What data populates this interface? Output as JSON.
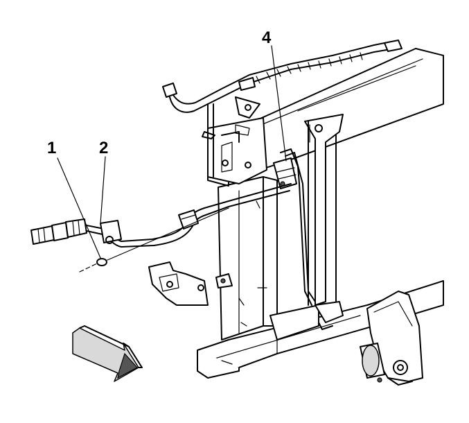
{
  "callouts": [
    {
      "id": "1",
      "label": "1"
    },
    {
      "id": "2",
      "label": "2"
    },
    {
      "id": "4",
      "label": "4"
    }
  ],
  "colors": {
    "line": "#000000",
    "background": "#ffffff",
    "shade": "#d9d9d9"
  },
  "icons": {
    "direction_arrow": "front-direction-arrow-icon"
  }
}
